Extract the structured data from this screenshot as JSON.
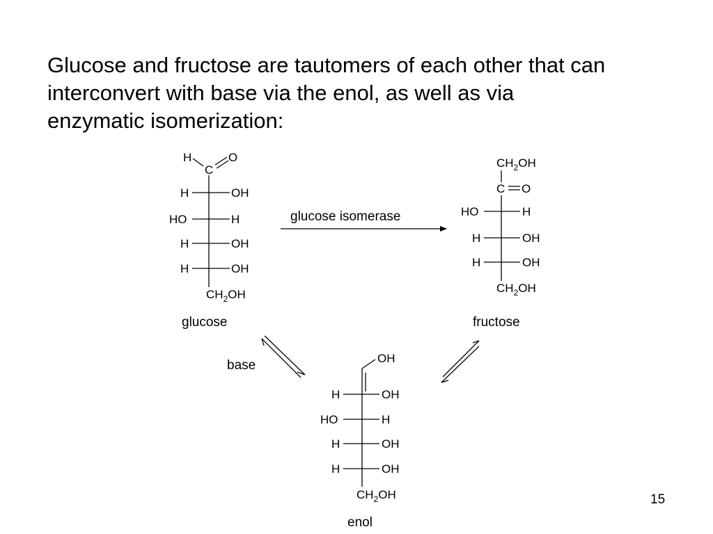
{
  "intro": {
    "line1": "Glucose and fructose are tautomers of each other that can",
    "line2": "interconvert with base via the enol, as well as via",
    "line3": "enzymatic isomerization:"
  },
  "glucose": {
    "name": "glucose",
    "top_h": "H",
    "top_o": "O",
    "carbonyl_c": "C",
    "rows": [
      {
        "left": "H",
        "right": "OH"
      },
      {
        "left": "HO",
        "right": "H"
      },
      {
        "left": "H",
        "right": "OH"
      },
      {
        "left": "H",
        "right": "OH"
      }
    ],
    "bottom_main": "CH",
    "bottom_sub": "2",
    "bottom_tail": "OH"
  },
  "fructose": {
    "name": "fructose",
    "top_main": "CH",
    "top_sub": "2",
    "top_tail": "OH",
    "carbonyl_c": "C",
    "carbonyl_o": "O",
    "rows": [
      {
        "left": "HO",
        "right": "H"
      },
      {
        "left": "H",
        "right": "OH"
      },
      {
        "left": "H",
        "right": "OH"
      }
    ],
    "bottom_main": "CH",
    "bottom_sub": "2",
    "bottom_tail": "OH"
  },
  "enol": {
    "name": "enol",
    "top_oh": "OH",
    "rows": [
      {
        "left": "H",
        "right": "OH"
      },
      {
        "left": "HO",
        "right": "H"
      },
      {
        "left": "H",
        "right": "OH"
      },
      {
        "left": "H",
        "right": "OH"
      }
    ],
    "bottom_main": "CH",
    "bottom_sub": "2",
    "bottom_tail": "OH"
  },
  "arrows": {
    "enzyme_label": "glucose isomerase",
    "base_label": "base"
  },
  "slide": {
    "page_number": "15"
  }
}
